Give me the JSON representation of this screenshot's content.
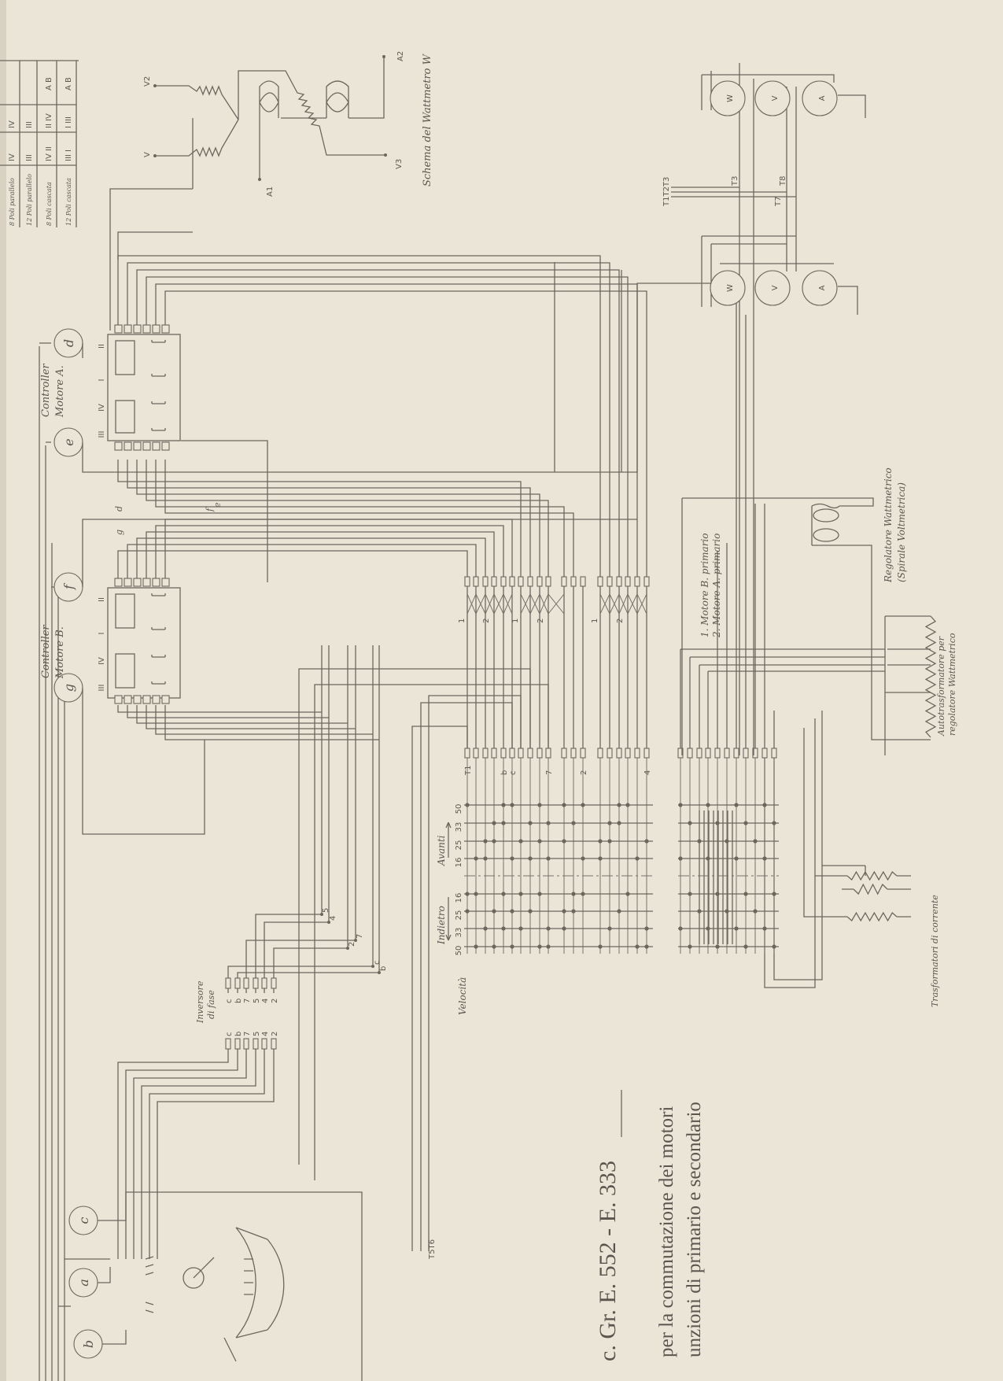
{
  "title": {
    "line1": "c. Gr. E. 552 - E. 333",
    "line2": "per la commutazione dei motori",
    "line3": "unzioni di primario e secondario"
  },
  "pole_table": {
    "rows": [
      {
        "label": "8 Poli parallelo",
        "c1": "IV",
        "c2": "IV",
        "c3": ""
      },
      {
        "label": "12 Poli parallelo",
        "c1": "III",
        "c2": "III",
        "c3": ""
      },
      {
        "label": "8 Poli cascata",
        "c1": "IV II",
        "c2": "II IV",
        "c3": "A B"
      },
      {
        "label": "12 Poli cascata",
        "c1": "III I",
        "c2": "I III",
        "c3": "A B"
      }
    ]
  },
  "wattmeter_scheme": {
    "caption": "Schema del Wattmetro W",
    "terminals": [
      "V",
      "V2",
      "V3",
      "A1",
      "A2"
    ]
  },
  "controllers": {
    "a": {
      "label_1": "Controller",
      "label_2": "Motore A.",
      "circles": [
        "d",
        "e"
      ],
      "positions": [
        "II",
        "I",
        "IV",
        "III"
      ],
      "wire_tags": [
        "d",
        "e"
      ]
    },
    "b": {
      "label_1": "Controller",
      "label_2": "Motore B.",
      "circles": [
        "f",
        "g"
      ],
      "positions": [
        "II",
        "I",
        "IV",
        "III"
      ],
      "wire_tags": [
        "f",
        "g"
      ]
    }
  },
  "switch_circles": [
    "a",
    "b",
    "c"
  ],
  "terminal_strip": {
    "labels": [
      "T1",
      "b",
      "c",
      "7",
      "2",
      "4"
    ],
    "group_marks": [
      "1",
      "2"
    ]
  },
  "speed_grid": {
    "avanti_label": "Avanti",
    "indietro_label": "Indietro",
    "velocita_label": "Velocità",
    "avanti": [
      "50",
      "33",
      "25",
      "16"
    ],
    "indietro": [
      "16",
      "25",
      "33",
      "50"
    ]
  },
  "inversore": {
    "label_1": "Inversore",
    "label_2": "di fase",
    "terminals": [
      "c",
      "b",
      "7",
      "5",
      "4",
      "2"
    ],
    "wire_tags": [
      "5",
      "4",
      "7",
      "2",
      "c",
      "b"
    ]
  },
  "instruments": {
    "w": "W",
    "v": "V",
    "a": "A"
  },
  "t_labels": {
    "t123": "T1T2T3",
    "t3": "T3",
    "t8": "T8",
    "t7": "T7",
    "t56": "T5T6"
  },
  "notes": {
    "motor_1": "1. Motore B. primario",
    "motor_2": "2. Motore A. primario",
    "regolatore_1": "Regolatore Wattmetrico",
    "regolatore_2": "(Spirale Voltmetrica)",
    "auto_1": "Autotrasformatore per",
    "auto_2": "regolatore Wattmetrico",
    "trasformatori": "Trasformatori di corrente"
  }
}
